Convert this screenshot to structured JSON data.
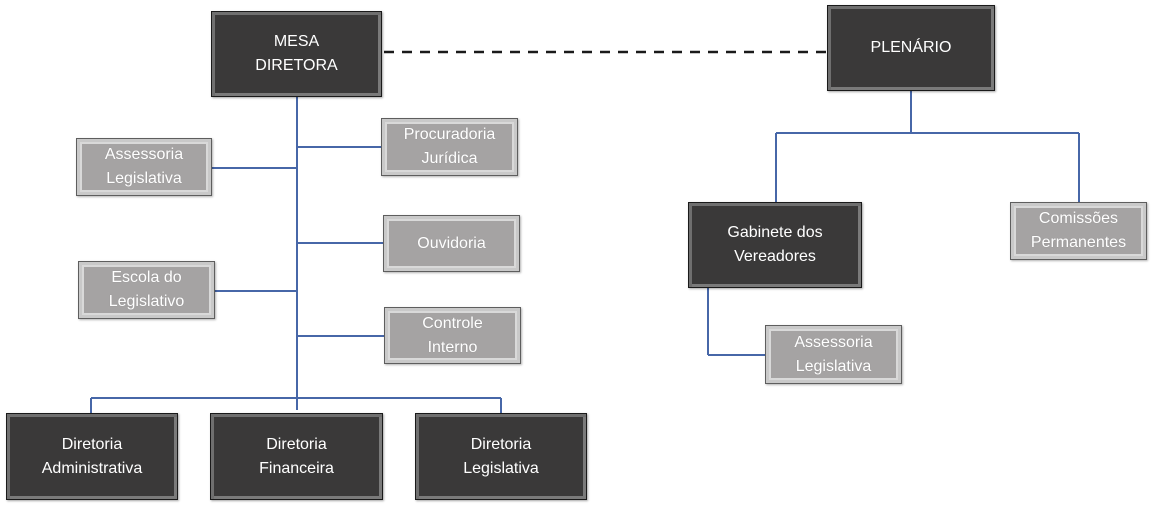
{
  "left_tree": {
    "mesa_diretora": "MESA\nDIRETORA",
    "assessoria_legislativa": "Assessoria\nLegislativa",
    "procuradoria_juridica": "Procuradoria\nJurídica",
    "ouvidoria": "Ouvidoria",
    "escola_do_legislativo": "Escola do\nLegislativo",
    "controle_interno": "Controle\nInterno",
    "diretoria_administrativa": "Diretoria\nAdministrativa",
    "diretoria_financeira": "Diretoria\nFinanceira",
    "diretoria_legislativa": "Diretoria\nLegislativa"
  },
  "right_tree": {
    "plenario": "PLENÁRIO",
    "gabinete_dos_vereadores": "Gabinete dos\nVereadores",
    "comissoes_permanentes": "Comissões\nPermanentes",
    "assessoria_legislativa": "Assessoria\nLegislativa"
  },
  "colors": {
    "dark_box": "#3a3939",
    "light_box": "#a5a3a3",
    "connector": "#4767a8",
    "dashed_link": "#1a1a1a"
  }
}
